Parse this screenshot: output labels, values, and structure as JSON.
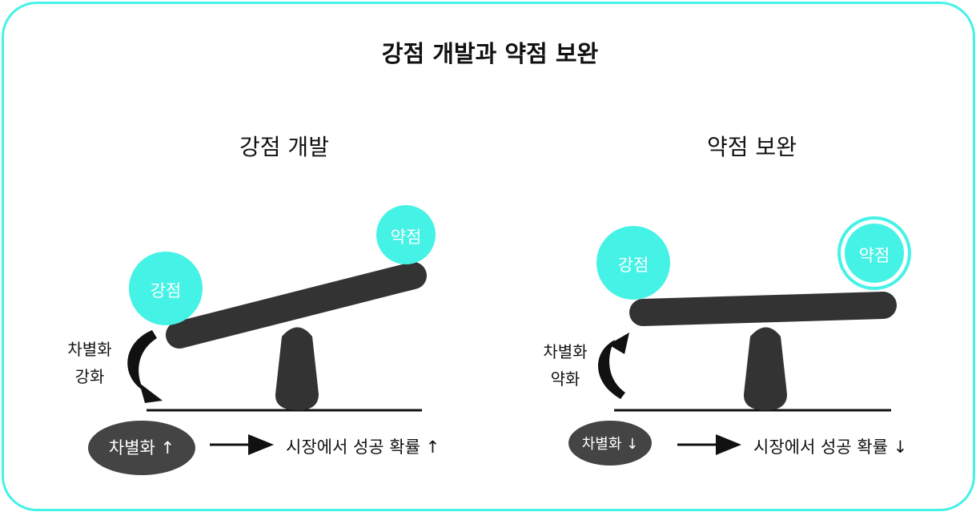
{
  "title": "강점 개발과 약점 보완",
  "left": {
    "heading": "강점 개발",
    "strength_label": "강점",
    "weakness_label": "약점",
    "side_label_line1": "차별화",
    "side_label_line2": "강화",
    "pill_label": "차별화 ↑",
    "result_label": "시장에서 성공 확률 ↑"
  },
  "right": {
    "heading": "약점 보완",
    "strength_label": "강점",
    "weakness_label": "약점",
    "side_label_line1": "차별화",
    "side_label_line2": "약화",
    "pill_label": "차별화 ↓",
    "result_label": "시장에서 성공 확률 ↓"
  },
  "colors": {
    "accent": "#45f2e6",
    "dark": "#333333",
    "pill": "#444444"
  }
}
